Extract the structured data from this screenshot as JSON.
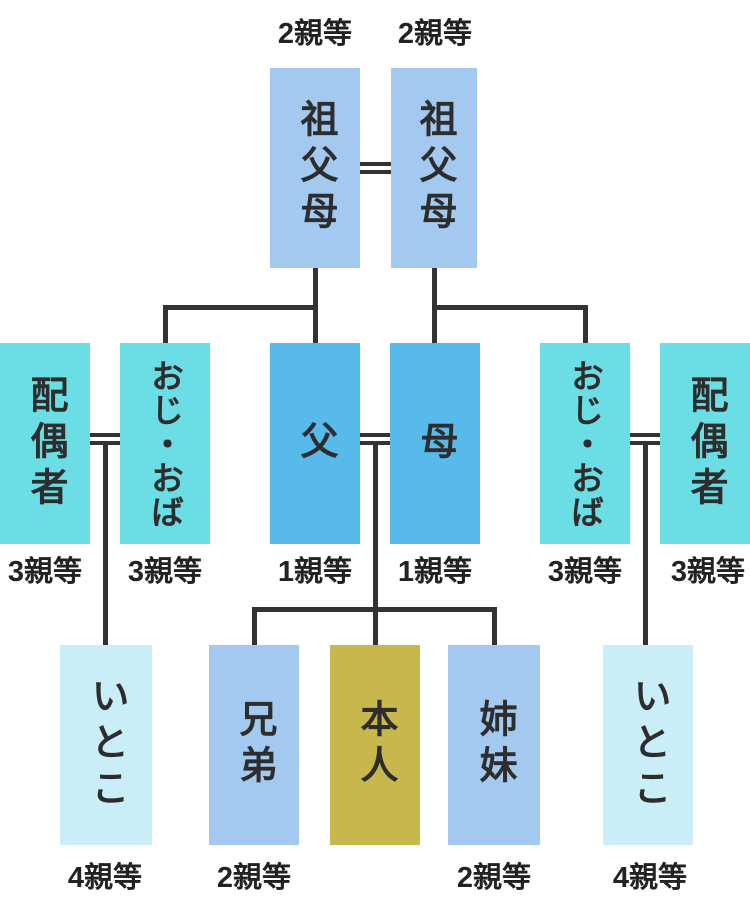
{
  "diagram": {
    "description": "Japanese kinship degree chart (shinto/degrees of relationship family tree)",
    "background": "#ffffff",
    "line_color": "#333333",
    "text_color": "#2d2d2d",
    "colors": {
      "second_degree_blood": "#a4c9f1",
      "first_degree_blood": "#58baeb",
      "third_degree_blood": "#6bdde5",
      "self": "#c8b74d",
      "fourth_degree_blood": "#c9eef7"
    }
  },
  "nodes": [
    {
      "id": "grandparents-left",
      "label": "祖父母",
      "degree": "2親等"
    },
    {
      "id": "grandparents-right",
      "label": "祖父母",
      "degree": "2親等"
    },
    {
      "id": "spouse-left",
      "label": "配偶者",
      "degree": "3親等"
    },
    {
      "id": "uncle-aunt-left",
      "label": "おじ・おば",
      "degree": "3親等"
    },
    {
      "id": "father",
      "label": "父",
      "degree": "1親等"
    },
    {
      "id": "mother",
      "label": "母",
      "degree": "1親等"
    },
    {
      "id": "uncle-aunt-right",
      "label": "おじ・おば",
      "degree": "3親等"
    },
    {
      "id": "spouse-right",
      "label": "配偶者",
      "degree": "3親等"
    },
    {
      "id": "cousin-left",
      "label": "いとこ",
      "degree": "4親等"
    },
    {
      "id": "brother",
      "label": "兄弟",
      "degree": "2親等"
    },
    {
      "id": "self",
      "label": "本人",
      "degree": ""
    },
    {
      "id": "sister",
      "label": "姉妹",
      "degree": "2親等"
    },
    {
      "id": "cousin-right",
      "label": "いとこ",
      "degree": "4親等"
    }
  ],
  "edges": [
    {
      "type": "marriage",
      "between": [
        "grandparents-left",
        "grandparents-right"
      ]
    },
    {
      "type": "parent-child",
      "from": "grandparents-left",
      "to": [
        "uncle-aunt-left",
        "father"
      ]
    },
    {
      "type": "parent-child",
      "from": "grandparents-right",
      "to": [
        "mother",
        "uncle-aunt-right"
      ]
    },
    {
      "type": "marriage",
      "between": [
        "spouse-left",
        "uncle-aunt-left"
      ]
    },
    {
      "type": "marriage",
      "between": [
        "father",
        "mother"
      ]
    },
    {
      "type": "marriage",
      "between": [
        "uncle-aunt-right",
        "spouse-right"
      ]
    },
    {
      "type": "parent-child",
      "from": "uncle-aunt-left",
      "to": [
        "cousin-left"
      ]
    },
    {
      "type": "parent-child",
      "from": "father",
      "to": [
        "brother",
        "self",
        "sister"
      ]
    },
    {
      "type": "parent-child",
      "from": "uncle-aunt-right",
      "to": [
        "cousin-right"
      ]
    }
  ]
}
